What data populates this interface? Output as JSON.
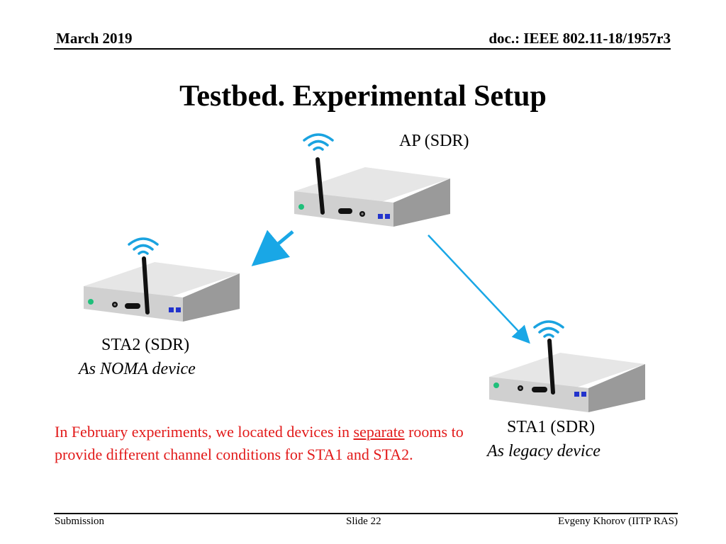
{
  "header": {
    "date": "March 2019",
    "doc": "doc.: IEEE 802.11-18/1957r3"
  },
  "title": "Testbed. Experimental Setup",
  "devices": {
    "ap": {
      "name": "AP (SDR)"
    },
    "sta2": {
      "name": "STA2 (SDR)",
      "role": "As NOMA device"
    },
    "sta1": {
      "name": "STA1 (SDR)",
      "role": "As legacy device"
    }
  },
  "note": {
    "part1": "In February experiments, we located devices in ",
    "underlined": "separate",
    "part2": " rooms to provide different channel conditions for STA1 and STA2."
  },
  "footer": {
    "left": "Submission",
    "center": "Slide 22",
    "right": "Evgeny Khorov (IITP RAS)"
  },
  "colors": {
    "arrow": "#19a7e6",
    "wifi": "#1aa3e0",
    "note_text": "#e21a1a",
    "led_green": "#1fbf7a",
    "port_blue": "#2233cc"
  }
}
